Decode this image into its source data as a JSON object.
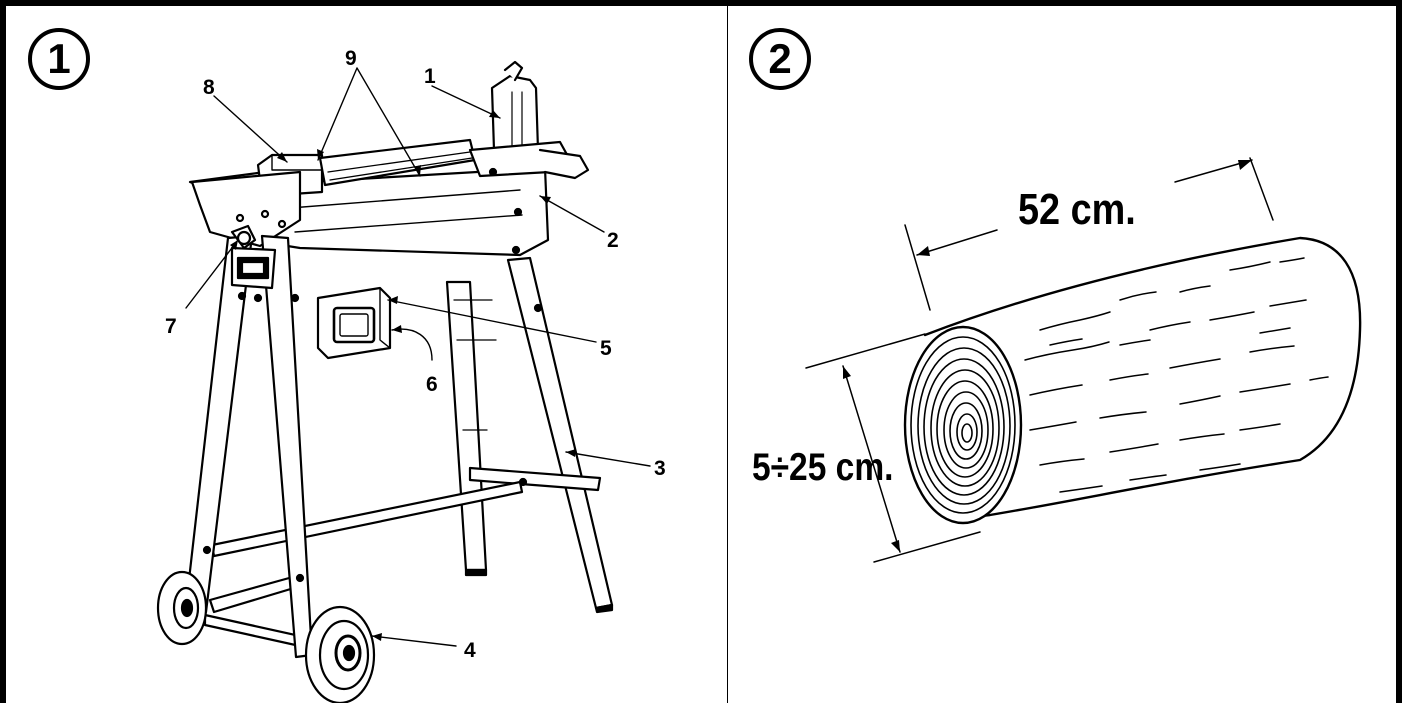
{
  "panels": [
    {
      "number": "1"
    },
    {
      "number": "2"
    }
  ],
  "figure1": {
    "part_labels": [
      "1",
      "2",
      "3",
      "4",
      "5",
      "6",
      "7",
      "8",
      "9"
    ]
  },
  "figure2": {
    "length_label": "52 cm.",
    "diameter_label": "5÷25 cm."
  }
}
